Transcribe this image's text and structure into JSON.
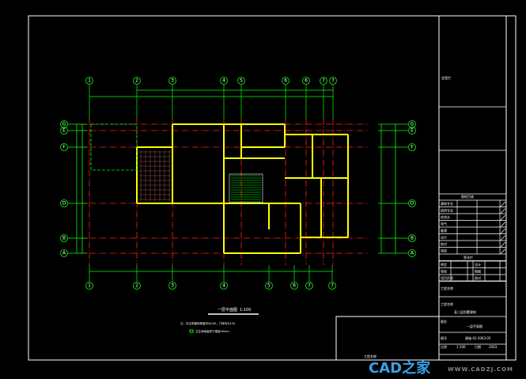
{
  "drawing": {
    "title": "一层平面图",
    "scale": "1:100",
    "notes": [
      "注：未注明墙体厚度均为240，门垛均为120",
      "卫生间地面低于楼面30mm"
    ],
    "axes_top": [
      "1",
      "2",
      "3",
      "4",
      "5",
      "6",
      "6",
      "7",
      "7"
    ],
    "axes_bottom": [
      "1",
      "2",
      "3",
      "4",
      "5",
      "6",
      "7",
      "7"
    ],
    "axes_left": [
      "G",
      "E",
      "F",
      "D",
      "B",
      "A"
    ],
    "axes_right": [
      "G",
      "E",
      "F",
      "D",
      "B",
      "A"
    ]
  },
  "title_block": {
    "countersign": "会签栏",
    "catalog_header": "图纸目录",
    "catalog_rows": [
      "建筑专业",
      "结构专业",
      "给排水",
      "电气",
      "暖通",
      "设计",
      "校对",
      "审核"
    ],
    "signoff_header": "签名栏",
    "signoff_rows": [
      [
        "审定",
        "设计"
      ],
      [
        "审核",
        "制图"
      ],
      [
        "项目负责",
        "校对"
      ]
    ],
    "project_label": "工程名称",
    "project_value": "某二层别墅建筑",
    "drawing_label": "图名",
    "drawing_value": "一层平面图",
    "number_label": "图号",
    "number_value": "建施-03 2003.05",
    "scale_label": "比例",
    "scale_value": "1:100",
    "date_label": "日期",
    "date_value": "2003"
  },
  "bottom_box": {
    "label": "工程名称"
  },
  "watermark": {
    "brand": "CAD之家",
    "url": "WWW.CADZJ.COM"
  },
  "colors": {
    "axis": "#ff2020",
    "wall": "#ffff00",
    "dim": "#00ff00",
    "frame": "#ffffff"
  }
}
